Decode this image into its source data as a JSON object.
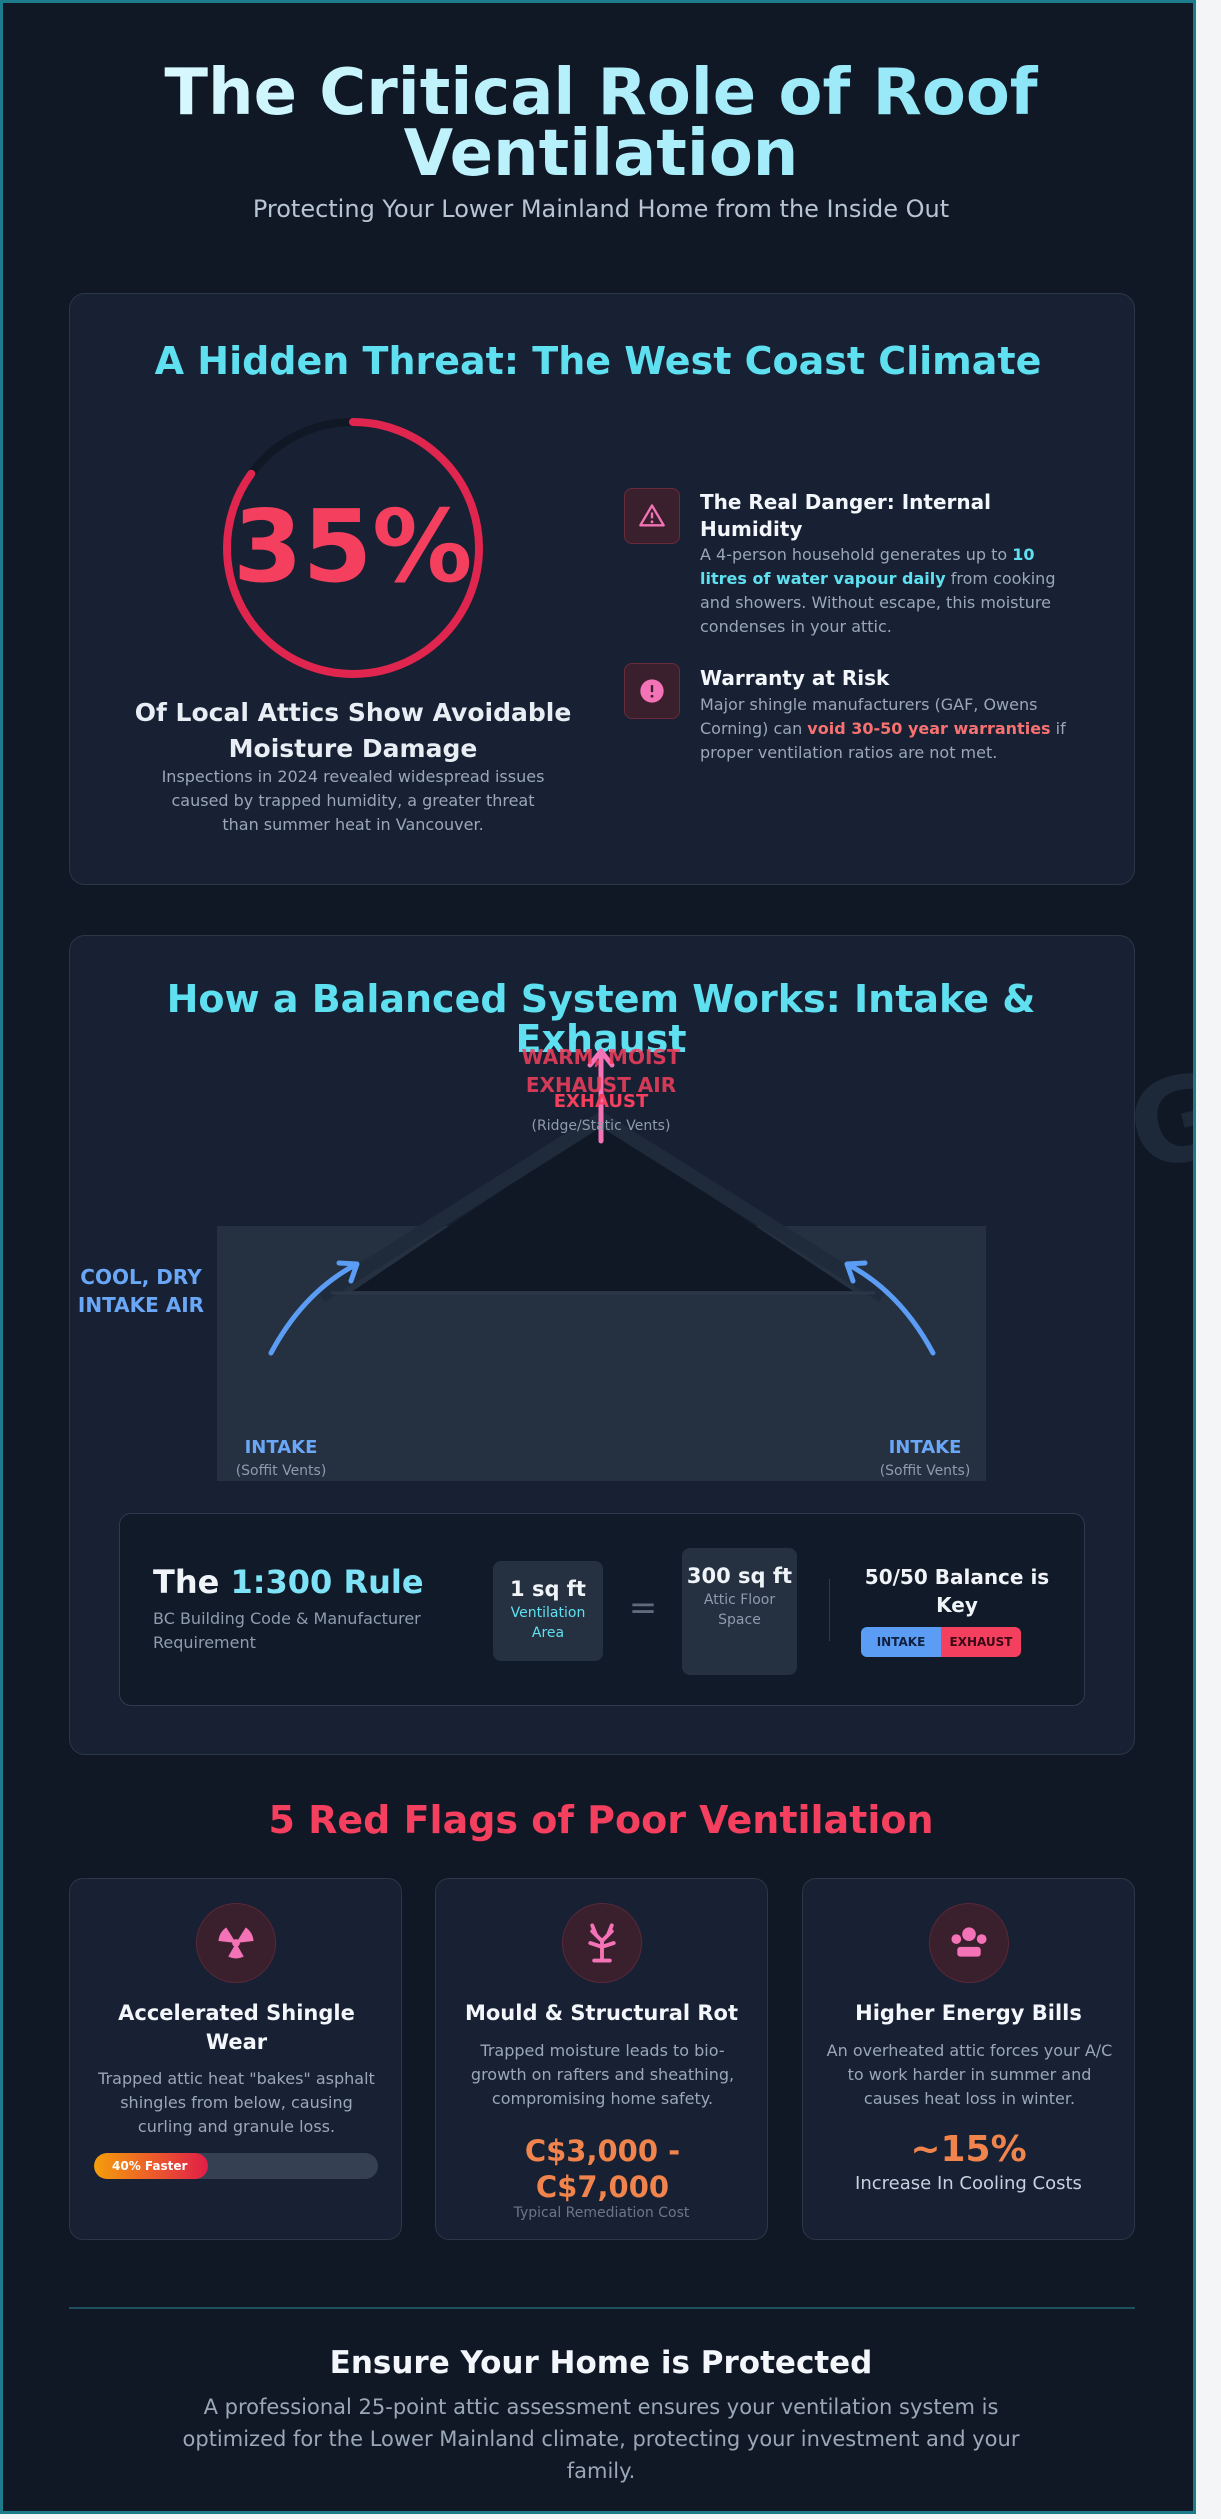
{
  "header": {
    "title": "The Critical Role of Roof Ventilation",
    "subtitle": "Protecting Your Lower Mainland Home from the Inside Out"
  },
  "watermark": "TORCH ROOFING",
  "threat": {
    "title": "A Hidden Threat: The West Coast Climate",
    "stat_value": "35%",
    "stat_progress": 0.35,
    "stat_title": "Of Local Attics Show Avoidable Moisture Damage",
    "stat_desc": "Inspections in 2024 revealed widespread issues caused by trapped humidity, a greater threat than summer heat in Vancouver.",
    "risks": [
      {
        "icon": "warning-icon",
        "title": "The Real Danger: Internal Humidity",
        "text_before": "A 4-person household generates up to ",
        "highlight": "10 litres of water vapour daily",
        "text_after": " from cooking and showers. Without escape, this moisture condenses in your attic."
      },
      {
        "icon": "alert-icon",
        "title": "Warranty at Risk",
        "text_before": "Major shingle manufacturers (GAF, Owens Corning) can ",
        "highlight": "void 30-50 year warranties",
        "text_after": " if proper ventilation ratios are not met."
      }
    ]
  },
  "system": {
    "title": "How a Balanced System Works: Intake & Exhaust",
    "exhaust_label_1": "WARM, MOIST",
    "exhaust_label_2": "EXHAUST AIR",
    "exhaust_title": "EXHAUST",
    "exhaust_sub": "(Ridge/Static Vents)",
    "intake_air_1": "COOL, DRY",
    "intake_air_2": "INTAKE AIR",
    "intake_left_title": "INTAKE",
    "intake_left_sub": "(Soffit Vents)",
    "intake_right_title": "INTAKE",
    "intake_right_sub": "(Soffit Vents)",
    "rule_title_a": "The ",
    "rule_title_b": "1:300 Rule",
    "rule_sub": "BC Building Code & Manufacturer Requirement",
    "mini1_big": "1 sq ft",
    "mini1_small": "Ventilation Area",
    "equals": "=",
    "mini2_big": "300 sq ft",
    "mini2_small": "Attic Floor Space",
    "balance_title": "50/50 Balance is Key",
    "balance_intake": "INTAKE",
    "balance_exhaust": "EXHAUST"
  },
  "red_flags": {
    "title": "5 Red Flags of Poor Ventilation",
    "cards": [
      {
        "icon": "radiation-icon",
        "title": "Accelerated Shingle Wear",
        "desc": "Trapped attic heat \"bakes\" asphalt shingles from below, causing curling and granule loss.",
        "bar_label": "40% Faster",
        "bar_fraction": 0.4
      },
      {
        "icon": "mould-icon",
        "title": "Mould & Structural Rot",
        "desc": "Trapped moisture leads to bio-growth on rafters and sheathing, compromising home safety.",
        "cost": "C$3,000 - C$7,000",
        "cost_label": "Typical Remediation Cost"
      },
      {
        "icon": "people-icon",
        "title": "Higher Energy Bills",
        "desc": "An overheated attic forces your A/C to work harder in summer and causes heat loss in winter.",
        "stat": "~15%",
        "stat_label": "Increase In Cooling Costs"
      }
    ]
  },
  "cta": {
    "title": "Ensure Your Home is Protected",
    "text": "A professional 25-point attic assessment ensures your ventilation system is optimized for the Lower Mainland climate, protecting your investment and your family."
  }
}
